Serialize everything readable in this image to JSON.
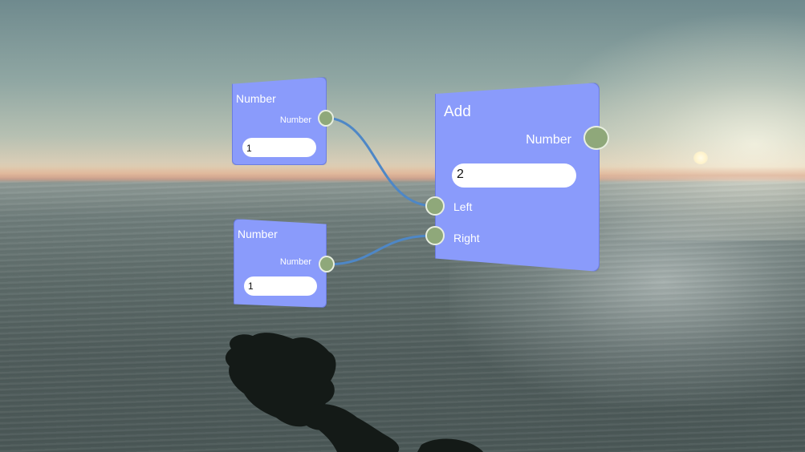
{
  "nodes": {
    "number_top": {
      "title": "Number",
      "output_label": "Number",
      "value": "1"
    },
    "number_bottom": {
      "title": "Number",
      "output_label": "Number",
      "value": "1"
    },
    "add": {
      "title": "Add",
      "output_label": "Number",
      "value": "2",
      "inputs": [
        "Left",
        "Right"
      ]
    }
  },
  "colors": {
    "node_fill": "#8a9bfb",
    "port_fill": "#8fa87a",
    "wire": "#4e87c6"
  }
}
